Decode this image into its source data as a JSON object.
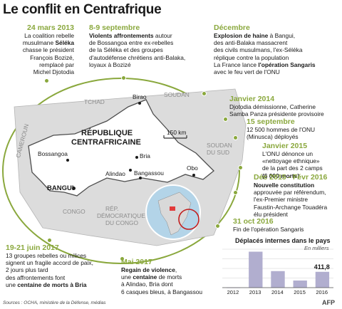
{
  "title": "Le conflit en Centrafrique",
  "colors": {
    "accent": "#8aa83d",
    "country": "#ffffff",
    "neighbors": "#d9d9d9",
    "bar": "#b1aecf",
    "water": "#b3d4e8"
  },
  "events": {
    "e1": {
      "date": "24 mars 2013",
      "l1a": "La coalition rebelle",
      "l2a": "musulmane ",
      "l2b": "Séléka",
      "l3": "chasse le président",
      "l4": "François Bozizé,",
      "l5": "remplacé par",
      "l6": "Michel Djotodia"
    },
    "e2": {
      "date": "8-9 septembre",
      "l1b": "Violents affrontements",
      "l1a": " autour",
      "l2": "de Bossangoa entre ex-rebelles",
      "l3": "de la Séléka et des groupes",
      "l4": "d'autodéfense chrétiens anti-Balaka,",
      "l5": "loyaux à Bozizé"
    },
    "e3": {
      "date": "Décembre",
      "l1b": "Explosion de haine",
      "l1a": " à Bangui,",
      "l2": "des anti-Balaka massacrent",
      "l3": "des civils musulmans, l'ex-Séléka",
      "l4": "réplique contre la population",
      "l5a": "La France lance ",
      "l5b": "l'opération Sangaris",
      "l6": "avec le feu vert de l'ONU"
    },
    "e4": {
      "date": "Janvier 2014",
      "l1": "Djotodia démissionne, Catherine",
      "l2": "Samba Panza présidente provisoire"
    },
    "e5": {
      "date": "15 septembre",
      "l1": "12 500 hommes de l'ONU",
      "l2": "(Minusca) déployés"
    },
    "e6": {
      "date": "Janvier 2015",
      "l1": "L'ONU dénonce un",
      "l2": "«nettoyage ethnique»",
      "l3": "de la part des 2 camps",
      "l4": "(6 000 morts)"
    },
    "e7": {
      "date": "Déc 2015 - Févr 2016",
      "l1": "Nouvelle constitution",
      "l2": "approuvée par référendum,",
      "l3": "l'ex-Premier ministre",
      "l4": "Faustin-Archange Touadéra",
      "l5": "élu président"
    },
    "e8": {
      "date": "31 oct 2016",
      "l1": "Fin de l'opération Sangaris"
    },
    "e9": {
      "date": "19-21 juin 2017",
      "l1": "13 groupes rebelles ou milices",
      "l2": "signent un fragile accord de paix,",
      "l3": "2 jours plus tard",
      "l4": "des affrontements font",
      "l5a": "une ",
      "l5b": "centaine de morts à Bria"
    },
    "e10": {
      "date": "Mai 2017",
      "l1b": "Regain de violence",
      "l1a": ",",
      "l2a": "une ",
      "l2b": "centaine",
      "l2c": " de morts",
      "l3": "à Alindao, Bria dont",
      "l4": "6 casques bleus, à Bangassou"
    }
  },
  "map": {
    "country": "RÉPUBLIQUE",
    "country2": "CENTRAFRICAINE",
    "capital": "BANGUI",
    "cities": [
      "Birao",
      "Bossangoa",
      "Bria",
      "Alindao",
      "Bangassou",
      "Obo"
    ],
    "neighbors": [
      "TCHAD",
      "SOUDAN",
      "CAMEROUN",
      "SOUDAN",
      "DU SUD",
      "CONGO",
      "RÉP.",
      "DÉMOCRATIQUE",
      "DU CONGO"
    ],
    "scale": "150 km"
  },
  "chart_data": {
    "type": "bar",
    "title": "Déplacés internes dans le pays",
    "subtitle": "En milliers",
    "categories": [
      "2012",
      "2013",
      "2014",
      "2015",
      "2016"
    ],
    "values": [
      5,
      935,
      430,
      185,
      411.8
    ],
    "value_label": "411,8",
    "ylim": [
      0,
      1000
    ],
    "grid": true
  },
  "source": "Sources : OCHA, ministère de la Défense, médias",
  "logo": "AFP"
}
